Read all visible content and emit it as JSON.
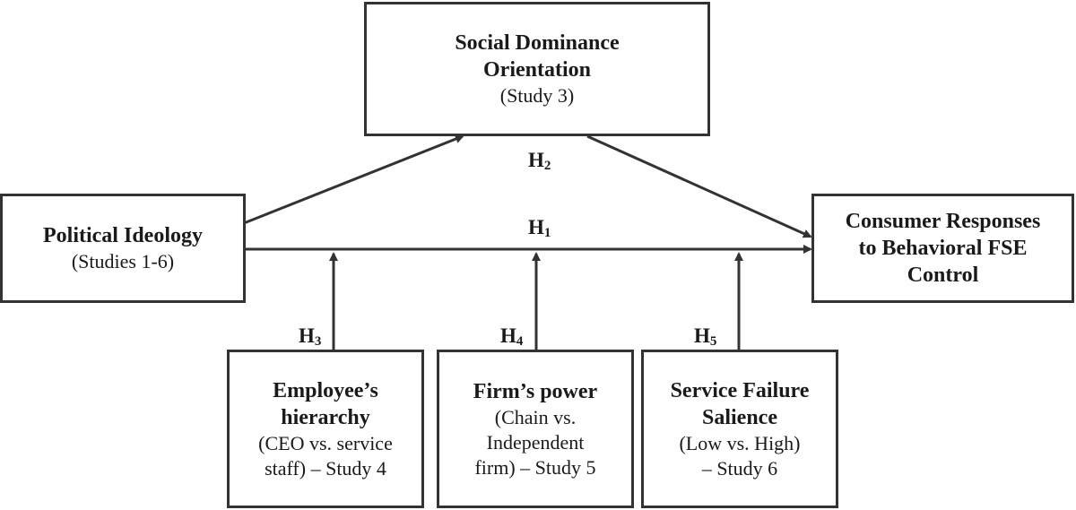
{
  "nodes": {
    "sdo": {
      "title_line1": "Social Dominance",
      "title_line2": "Orientation",
      "sub_line1": "(Study 3)"
    },
    "political": {
      "title_line1": "Political Ideology",
      "sub_line1": "(Studies 1-6)"
    },
    "consumer": {
      "title_line1": "Consumer Responses",
      "title_line2": "to Behavioral FSE",
      "title_line3": "Control"
    },
    "employee": {
      "title_line1": "Employee’s",
      "title_line2": "hierarchy",
      "sub_line1": "(CEO vs. service",
      "sub_line2": "staff) – Study 4"
    },
    "firm": {
      "title_line1": "Firm’s power",
      "sub_line1": "(Chain vs.",
      "sub_line2": "Independent",
      "sub_line3": "firm) – Study 5"
    },
    "salience": {
      "title_line1": "Service Failure",
      "title_line2": "Salience",
      "sub_line1": "(Low vs. High)",
      "sub_line2": "– Study 6"
    }
  },
  "hypotheses": {
    "h1": {
      "letter": "H",
      "index": "1"
    },
    "h2": {
      "letter": "H",
      "index": "2"
    },
    "h3": {
      "letter": "H",
      "index": "3"
    },
    "h4": {
      "letter": "H",
      "index": "4"
    },
    "h5": {
      "letter": "H",
      "index": "5"
    }
  },
  "colors": {
    "line": "#333333",
    "text": "#1a1a1a"
  }
}
